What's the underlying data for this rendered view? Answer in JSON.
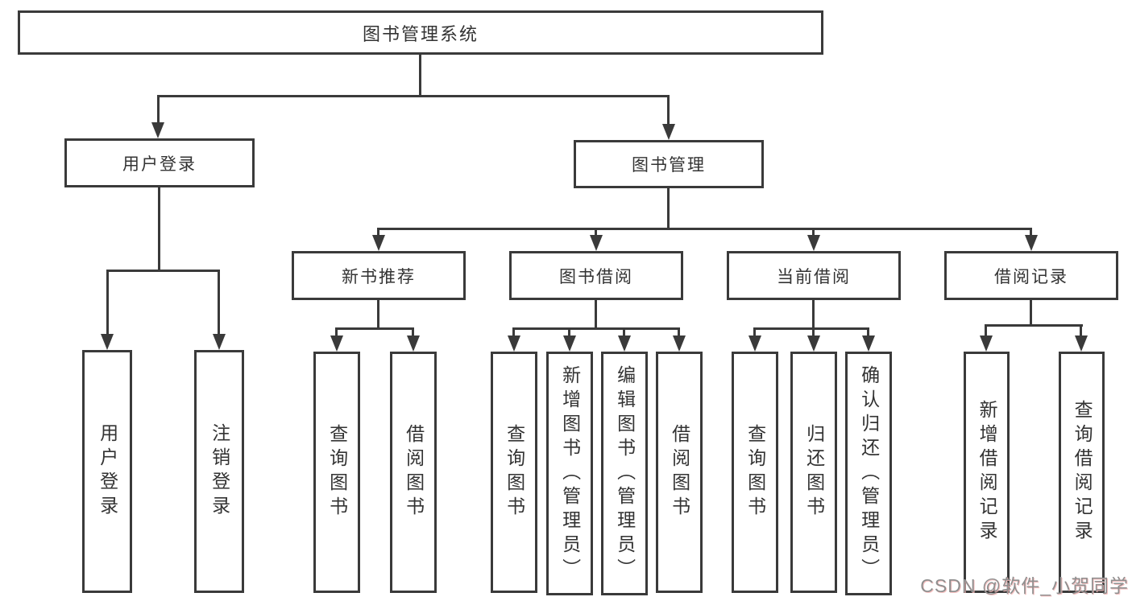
{
  "diagram_type": "hierarchy-tree",
  "colors": {
    "line": "#3a3a3a",
    "border": "#3a3a3a",
    "text": "#333333",
    "background": "#ffffff",
    "watermark_gray": "#8f8f8f",
    "watermark_pink": "#f6b7b7"
  },
  "nodes": {
    "root": {
      "label": "图书管理系统"
    },
    "user_login": {
      "label": "用户登录",
      "children": {
        "login": {
          "label": "用户登录"
        },
        "logout": {
          "label": "注销登录"
        }
      }
    },
    "book_mgmt": {
      "label": "图书管理",
      "children": {
        "new_book_rec": {
          "label": "新书推荐",
          "children": {
            "query_books": {
              "label": "查询图书"
            },
            "borrow_books": {
              "label": "借阅图书"
            }
          }
        },
        "book_borrow": {
          "label": "图书借阅",
          "children": {
            "query_books": {
              "label": "查询图书"
            },
            "add_books": {
              "label": "新增图书（管理员）"
            },
            "edit_books": {
              "label": "编辑图书（管理员）"
            },
            "borrow_books": {
              "label": "借阅图书"
            }
          }
        },
        "current_borrow": {
          "label": "当前借阅",
          "children": {
            "query_books": {
              "label": "查询图书"
            },
            "return_books": {
              "label": "归还图书"
            },
            "confirm_return": {
              "label": "确认归还（管理员）"
            }
          }
        },
        "borrow_record": {
          "label": "借阅记录",
          "children": {
            "add_record": {
              "label": "新增借阅记录"
            },
            "query_record": {
              "label": "查询借阅记录"
            }
          }
        }
      }
    }
  },
  "watermark": {
    "text": "CSDN @软件_小贺同学"
  }
}
